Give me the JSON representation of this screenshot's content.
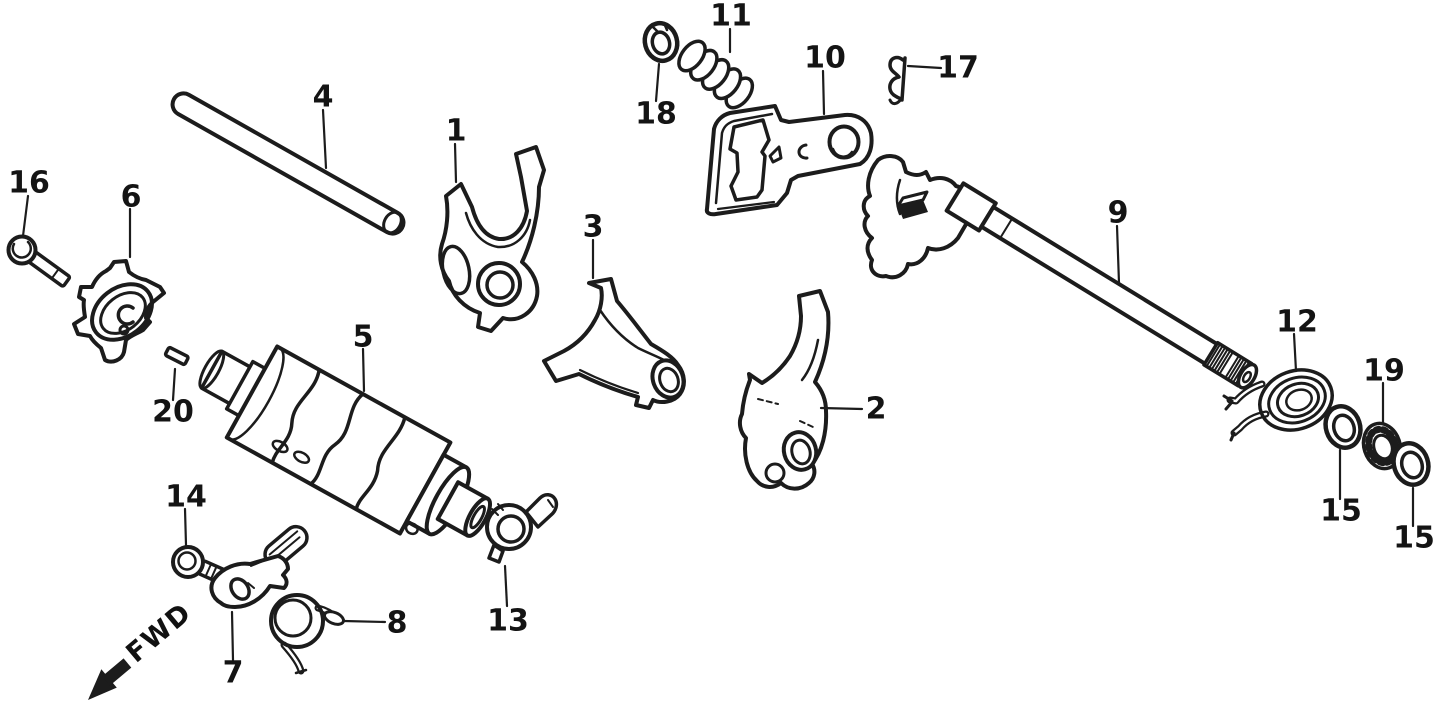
{
  "diagram": {
    "background_color": "#ffffff",
    "line_color": "#1c1c1c",
    "fwd_label": "FWD",
    "callouts": [
      {
        "label": "16"
      },
      {
        "label": "6"
      },
      {
        "label": "4"
      },
      {
        "label": "1"
      },
      {
        "label": "3"
      },
      {
        "label": "18"
      },
      {
        "label": "11"
      },
      {
        "label": "10"
      },
      {
        "label": "17"
      },
      {
        "label": "9"
      },
      {
        "label": "12"
      },
      {
        "label": "19"
      },
      {
        "label": "15"
      },
      {
        "label": "15"
      },
      {
        "label": "5"
      },
      {
        "label": "20"
      },
      {
        "label": "2"
      },
      {
        "label": "14"
      },
      {
        "label": "7"
      },
      {
        "label": "8"
      },
      {
        "label": "13"
      }
    ]
  }
}
